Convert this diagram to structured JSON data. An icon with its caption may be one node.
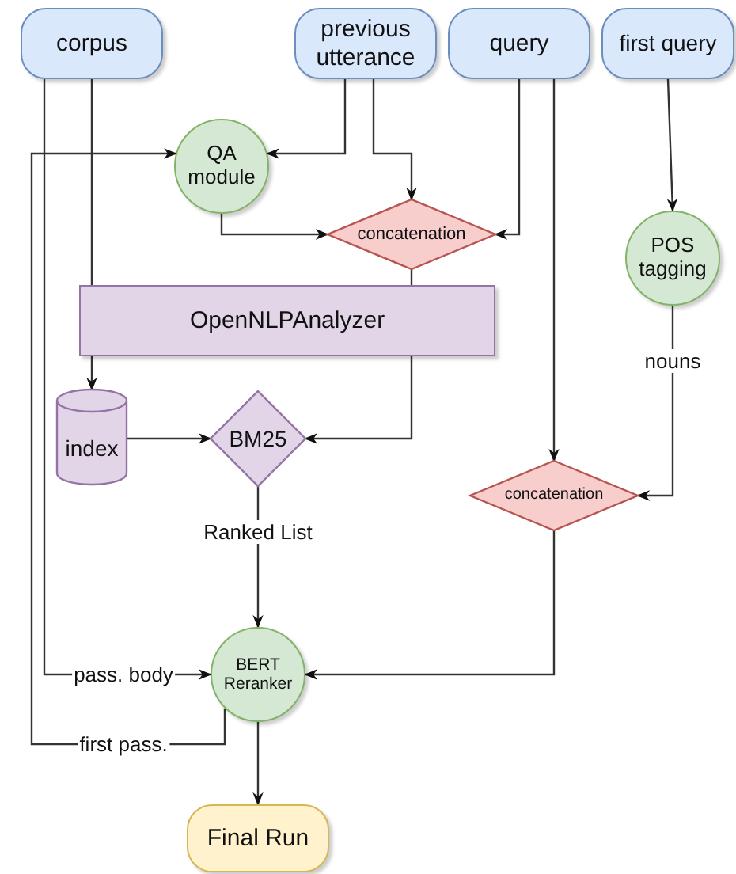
{
  "diagram": {
    "nodes": [
      {
        "text": [
          "corpus"
        ]
      },
      {
        "text": [
          "previous utterance"
        ]
      },
      {
        "text": [
          "query"
        ]
      },
      {
        "text": [
          "first query"
        ]
      },
      {
        "text": [
          "QA module"
        ]
      },
      {
        "text": [
          "concatenation"
        ]
      },
      {
        "text": [
          "OpenNLPAnalyzer"
        ]
      },
      {
        "text": [
          "POS tagging"
        ]
      },
      {
        "text": [
          "index"
        ]
      },
      {
        "text": [
          "BM25"
        ]
      },
      {
        "text": [
          "concatenation"
        ]
      },
      {
        "text": [
          "BERT Reranker"
        ]
      },
      {
        "text": [
          "Final Run"
        ]
      }
    ],
    "edges": [
      {
        "from": 0,
        "to": 6,
        "arrow": "none"
      },
      {
        "from": 0,
        "to": 11,
        "arrow": "to",
        "label": "pass. body"
      },
      {
        "from": 1,
        "to": 4,
        "arrow": "to"
      },
      {
        "from": 1,
        "to": 5,
        "arrow": "to"
      },
      {
        "from": 4,
        "to": 5,
        "arrow": "to"
      },
      {
        "from": 2,
        "to": 5,
        "arrow": "to"
      },
      {
        "from": 2,
        "to": 10,
        "arrow": "to"
      },
      {
        "from": 3,
        "to": 7,
        "arrow": "to"
      },
      {
        "from": 5,
        "to": 6,
        "arrow": "none"
      },
      {
        "from": 6,
        "to": 8,
        "arrow": "to"
      },
      {
        "from": 6,
        "to": 9,
        "arrow": "to"
      },
      {
        "from": 8,
        "to": 9,
        "arrow": "to"
      },
      {
        "from": 7,
        "to": 10,
        "arrow": "to",
        "label": "nouns"
      },
      {
        "from": 9,
        "to": 11,
        "arrow": "to",
        "label": "Ranked List"
      },
      {
        "from": 10,
        "to": 11,
        "arrow": "to"
      },
      {
        "from": 11,
        "to": 4,
        "arrow": "to",
        "label": "first pass."
      },
      {
        "from": 11,
        "to": 12,
        "arrow": "to"
      }
    ]
  }
}
